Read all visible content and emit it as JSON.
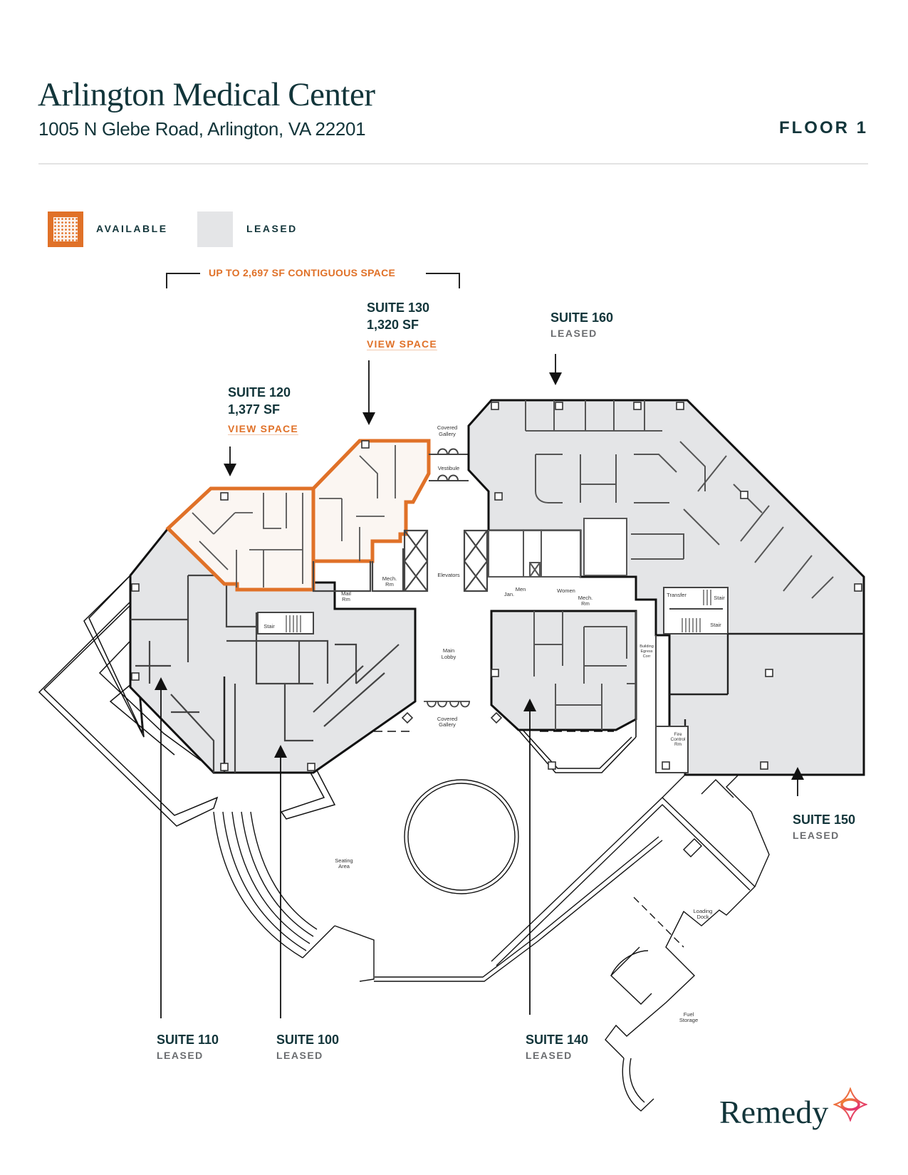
{
  "header": {
    "title": "Arlington Medical Center",
    "address": "1005 N Glebe Road, Arlington, VA 22201",
    "floor": "FLOOR 1"
  },
  "legend": {
    "available": {
      "label": "AVAILABLE",
      "color": "#e07128"
    },
    "leased": {
      "label": "LEASED",
      "color": "#e4e5e7"
    }
  },
  "contiguous_note": "UP TO 2,697 SF CONTIGUOUS SPACE",
  "suites": [
    {
      "id": "120",
      "name": "SUITE 120",
      "sf": "1,377 SF",
      "status": "available",
      "link": "VIEW SPACE"
    },
    {
      "id": "130",
      "name": "SUITE 130",
      "sf": "1,320 SF",
      "status": "available",
      "link": "VIEW SPACE"
    },
    {
      "id": "160",
      "name": "SUITE 160",
      "status_label": "LEASED"
    },
    {
      "id": "150",
      "name": "SUITE 150",
      "status_label": "LEASED"
    },
    {
      "id": "110",
      "name": "SUITE 110",
      "status_label": "LEASED"
    },
    {
      "id": "100",
      "name": "SUITE 100",
      "status_label": "LEASED"
    },
    {
      "id": "140",
      "name": "SUITE 140",
      "status_label": "LEASED"
    }
  ],
  "room_labels": {
    "covered_gallery_top": [
      "Covered",
      "Gallery"
    ],
    "vestibule": "Vestibule",
    "elevators": "Elevators",
    "mail_rm": [
      "Mail",
      "Rm"
    ],
    "mech_rm_left": [
      "Mech.",
      "Rm"
    ],
    "mech_rm_center": [
      "Mech.",
      "Rm"
    ],
    "men": "Men",
    "women": "Women",
    "jan": "Jan.",
    "stair_left": "Stair",
    "stair_right_1": "Stair",
    "stair_right_2": "Stair",
    "transfer": "Transfer",
    "main_lobby": [
      "Main",
      "Lobby"
    ],
    "building_egress": [
      "Building",
      "Egress",
      "Corr"
    ],
    "fire_control": [
      "Fire",
      "Control",
      "Rm"
    ],
    "covered_gallery_bottom": [
      "Covered",
      "Gallery"
    ],
    "seating_area": [
      "Seating",
      "Area"
    ],
    "loading_dock": [
      "Loading",
      "Dock"
    ],
    "fuel_storage": [
      "Fuel",
      "Storage"
    ]
  },
  "brand": {
    "name": "Remedy"
  },
  "colors": {
    "primary_text": "#12353a",
    "accent_orange": "#e07128",
    "leased_fill": "#e4e5e7",
    "available_fill": "#fbf6f2",
    "muted_text": "#6b6d70"
  }
}
